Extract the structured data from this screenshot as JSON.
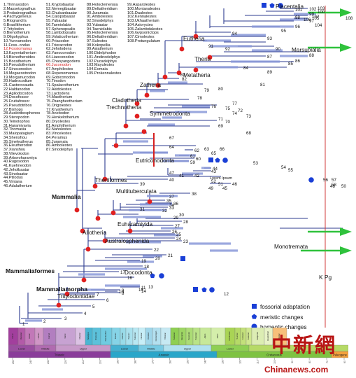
{
  "taxa_columns": [
    [
      "1.Thrinaxodon",
      "2.Massetognathus",
      "3.Probainognathus",
      "4.Pachygenelus",
      "5.Riograndi'a",
      "6.Brasilitherium",
      "7.Tritylodon",
      "8.Bienotherium",
      "9.Oligokyphus",
      "10.Yunnanodon",
      "11.Foss..ondus",
      "12.Fossiomanus",
      "13.Kayentatherium",
      "14.Bienotheroides",
      "15.Bocatherium",
      "16.Pseudotherium",
      "17.Sinoconodon",
      "18.Megazostrodon",
      "19.Morganucodon",
      "20.Hadrocodium",
      "21.Castorocauda",
      "22.Haldanodon",
      "23.Agilodocodon",
      "24.Docofossor",
      "25.Fruitafossor",
      "26.Pseudotribos",
      "27.Bishops",
      "28.Ausktribosphenos",
      "29.Steropodon",
      "30.Teinolophos",
      "31.Haramiyavia",
      "32.Thomasia",
      "33.Maiopatagium",
      "34.Shenshou",
      "35.Sineleutherus",
      "36.Eleutherodon",
      "37.Xianshou",
      "38.Vilevolodon",
      "39.Arboroharamiya",
      "40.Rugosodon",
      "41.Kuehneodon",
      "42.Jeholbaatar",
      "43.Sinobaatar",
      "44.Ptilodus",
      "45.Vintana",
      "46.Adalatherium"
    ],
    [
      "51.Kryptobaatar",
      "52.Nemegtbaatar",
      "53.Chulsanbaatar",
      "54.Catopsbaatar",
      "55.Yubaatar",
      "56.Taeniolabis",
      "57.Sphenopsalis",
      "58.Lambdopsalis",
      "59.Volaticotherium",
      "60.Priacodon",
      "61.Trioracodon",
      "62.Jeholodens",
      "63.Yanoconodon",
      "64.Liaoconodon",
      "65.Chaoyangodens",
      "66.Juconodon",
      "67.Amphilestes",
      "68.Repenomamus",
      "69.Gobiconodon",
      "70.Tinodon",
      "71.Spalacotherium",
      "72.Akidolestes",
      "73.Lactodens",
      "74.Maotherium",
      "75.Zhangheotherium",
      "76.Origolestes",
      "77.Kryatherium",
      "78.Anebodon",
      "79.Henkelotherium",
      "80.Dryolestes",
      "81.Amphitherium",
      "82.Nanolestes",
      "83.Vincelestes",
      "84.Peramus",
      "85.Juramaia",
      "86.Ambolestes",
      "87.Sinodelphys"
    ],
    [
      "88.Holoclemensia",
      "89.Deltatheridium",
      "90.Juramaia",
      "91.Ambolestes",
      "92.Sinodelphys",
      "93.Yubaatar",
      "94.Taeniolabis",
      "95.Holoclemensia",
      "96.Deltatheridium",
      "97.Sulestes",
      "98.Kokopellia",
      "99.Asiatherium",
      "100.Didelphodon",
      "101.Andinodelphys",
      "102.Pucadelphys",
      "103.Mayulestes",
      "104.Eomaia",
      "105.Prokennalestes"
    ],
    [
      "99.Asparolestes",
      "100.Montanalestes",
      "101.Daulestes",
      "102.Kennalestes",
      "103.Ukhaatherium",
      "104.Asioryctes",
      "105.Zalambdalestes",
      "106.Gypsonictops",
      "107.Cimolestes",
      "108.Protungulatum"
    ]
  ],
  "highlighted_taxa": [
    "12.Fossiomanus",
    "66.Juconodon"
  ],
  "clades": {
    "placentalia": "Placentalia",
    "eutheria": "Eutheria",
    "marsupialia": "Marsupialia",
    "theria": "Theria",
    "metatheria": "Metatheria",
    "zatheria": "Zatheria",
    "cladotheria": "Cladotheria",
    "trechnotheria": "Trechnotheria",
    "symmetrodonta": "Symmetrodonta",
    "eutriconodonta": "Eutriconodonta",
    "theriiformes": "Theriiformes",
    "multituberculata": "Multituberculata",
    "euharamiyida": "Euharamiyida",
    "mammalia": "Mammalia",
    "allotheria": "Allotheria",
    "australosphenida": "Australosphenida",
    "monotremata": "Monotremata",
    "docodonta": "Docodonta",
    "mammaliaformes": "Mammaliaformes",
    "mammaliamorpha": "Mammaliamorpha",
    "tritylodontidae": "Tritylodontidae",
    "lorem": "Lorem Ipsum"
  },
  "boundary_label": "K Pg",
  "legend": {
    "fossorial": "fossorial adaptation",
    "meristic": "meristic changes",
    "homeotic": "homeotic changes"
  },
  "node_numbers": [
    "1",
    "2",
    "3",
    "4",
    "5",
    "6",
    "7",
    "8",
    "9",
    "10",
    "11",
    "12",
    "13",
    "14",
    "15",
    "16",
    "17",
    "18",
    "19",
    "20",
    "21",
    "22",
    "23",
    "24",
    "25",
    "26",
    "27",
    "28",
    "29",
    "30",
    "31",
    "32",
    "33",
    "34",
    "35",
    "36",
    "37",
    "38",
    "39",
    "40",
    "41",
    "42",
    "43",
    "44",
    "45",
    "46",
    "47",
    "48",
    "49",
    "50",
    "51",
    "52",
    "53",
    "54",
    "55",
    "56",
    "57",
    "58",
    "59",
    "60",
    "61",
    "62",
    "63",
    "64",
    "65",
    "66",
    "67",
    "68",
    "69",
    "70",
    "71",
    "72",
    "73",
    "74",
    "75",
    "76",
    "77",
    "78",
    "79",
    "80",
    "81",
    "82",
    "83",
    "84",
    "85",
    "86",
    "87",
    "88",
    "89",
    "90",
    "91",
    "92",
    "93",
    "94",
    "95",
    "96",
    "97",
    "98",
    "99",
    "100",
    "101",
    "102",
    "103",
    "104",
    "105",
    "106",
    "107",
    "108"
  ],
  "timescale": {
    "periods": [
      "Triassic",
      "Jurassic",
      "Cretaceous",
      "Paleogene"
    ],
    "epochs": [
      "Lower",
      "Middle",
      "Upper",
      "Lower",
      "Middle",
      "Upper",
      "Lower",
      "Upper"
    ],
    "ages": [
      "Induan",
      "Olenekian",
      "Anisian",
      "Ladinian",
      "Carnian",
      "Norian",
      "Rhaetian",
      "Hettangian",
      "Sinemurian",
      "Pliensbachian",
      "Toarcian",
      "Aalenian",
      "Bajocian",
      "Bathonian",
      "Callovian",
      "Oxfordian",
      "Kimmeridgian",
      "Tithonian",
      "Berriasian",
      "Valanginian",
      "Hauterivian",
      "Barremian",
      "Aptian",
      "Albian",
      "Cenomanian",
      "Turonian",
      "Coniacian",
      "Santonian",
      "Campanian",
      "Maastrichtian",
      "Danian"
    ],
    "ticks": [
      "250",
      "240",
      "230",
      "220",
      "210",
      "200",
      "190",
      "180",
      "170",
      "160",
      "150",
      "140",
      "130",
      "120",
      "110",
      "100",
      "90",
      "80",
      "70",
      "60"
    ]
  },
  "colors": {
    "branch": "#2c3b8f",
    "range_bar": "#8a99d8",
    "node_red": "#e02020",
    "arrow_green": "#2fc23c",
    "square_blue": "#1a3fd6",
    "kpg_line": "#d03c3c",
    "triassic": "#8a3d9a",
    "jurassic": "#2aa6c9",
    "cretaceous": "#7ec242",
    "paleogene": "#f2a03c"
  },
  "watermark": {
    "cn": "中新網",
    "en": "Chinanews.com"
  }
}
